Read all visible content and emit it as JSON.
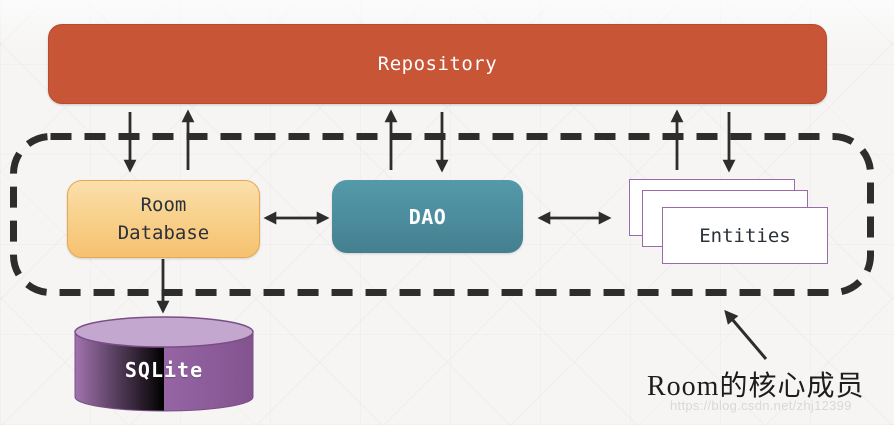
{
  "diagram": {
    "nodes": {
      "repository": {
        "label": "Repository",
        "color": "#c75536"
      },
      "room_database": {
        "lines": [
          "Room",
          "Database"
        ],
        "color": "#f6c170"
      },
      "dao": {
        "label": "DAO",
        "color": "#4b8c9d"
      },
      "entities": {
        "label": "Entities",
        "border_color": "#9a6ba6",
        "stack_count": 3
      },
      "sqlite": {
        "label": "SQLite",
        "color": "#9a68a8"
      }
    },
    "edges": [
      {
        "from": "Repository",
        "to": "Room Database",
        "bidirectional": true
      },
      {
        "from": "Repository",
        "to": "DAO",
        "bidirectional": true
      },
      {
        "from": "Repository",
        "to": "Entities",
        "bidirectional": true
      },
      {
        "from": "Room Database",
        "to": "DAO",
        "bidirectional": true
      },
      {
        "from": "DAO",
        "to": "Entities",
        "bidirectional": true
      },
      {
        "from": "Room Database",
        "to": "SQLite",
        "bidirectional": false
      }
    ],
    "dashed_group": {
      "contains": [
        "Room Database",
        "DAO",
        "Entities"
      ],
      "border_color": "#2d2d2d"
    },
    "annotation": {
      "label": "Room的核心成员",
      "points_to": "dashed_group"
    },
    "watermark": {
      "text": "https://blog.csdn.net/zhj12399"
    },
    "colors": {
      "arrow": "#2d2d2d",
      "background": "#f6f5f4",
      "entities_fill": "#ffffff",
      "sqlite_top": "#c4a7ce"
    }
  }
}
